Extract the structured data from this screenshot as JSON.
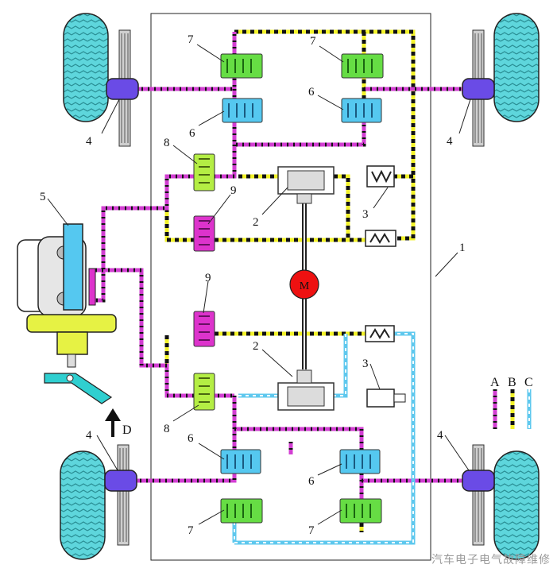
{
  "diagram": {
    "callouts": {
      "ecu": "1",
      "pump_top": "2",
      "pump_bottom": "2",
      "accumulator_top": "3",
      "accumulator_bottom": "3",
      "wheel_cyl_tl": "4",
      "wheel_cyl_tr": "4",
      "wheel_cyl_bl": "4",
      "wheel_cyl_br": "4",
      "master_cylinder": "5",
      "valve6_tl": "6",
      "valve6_tr": "6",
      "valve6_bl": "6",
      "valve6_br": "6",
      "valve7_tl": "7",
      "valve7_tr": "7",
      "valve7_bl": "7",
      "valve7_br": "7",
      "valve8_top": "8",
      "valve8_bottom": "8",
      "valve9_top": "9",
      "valve9_bottom": "9"
    },
    "motor_label": "M",
    "pedal_label": "D",
    "legend": {
      "a": "A",
      "b": "B",
      "c": "C"
    },
    "watermark": "汽车电子电气故障维修"
  },
  "colors": {
    "line_a_magenta": "#d23fd2",
    "line_b_yellow": "#f2f22a",
    "line_c_cyan": "#5ec8ee",
    "tire_cyan": "#5ed6dc",
    "valve_green": "#66dd44",
    "valve_blue": "#55c8f0",
    "valve_lime": "#b4ee44",
    "valve_pink": "#dd33cc",
    "motor_red": "#ee1111",
    "wheel_cyl_purple": "#6a4be6",
    "master_cyl_yellow": "#e6f244"
  }
}
